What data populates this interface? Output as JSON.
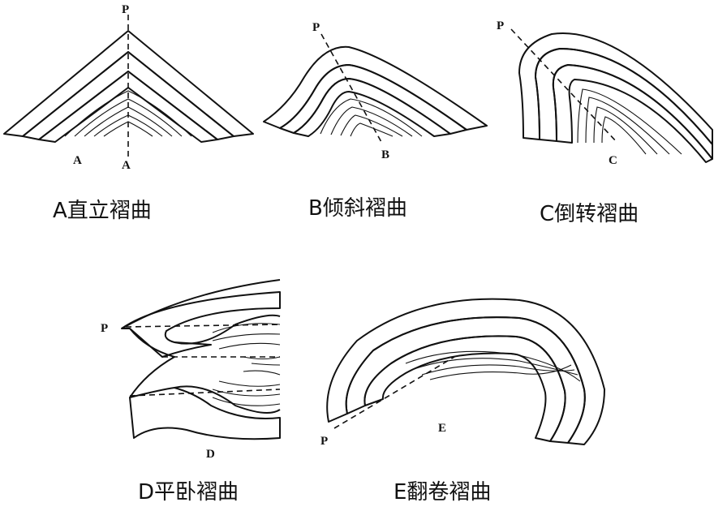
{
  "panels": {
    "a": {
      "caption": "A直立褶曲",
      "pole": "P",
      "letter": "A",
      "axis_letter": "A"
    },
    "b": {
      "caption": "B倾斜褶曲",
      "pole": "P",
      "letter": "B"
    },
    "c": {
      "caption": "C倒转褶曲",
      "pole": "P",
      "letter": "C"
    },
    "d": {
      "caption": "D平卧褶曲",
      "pole": "P",
      "letter": "D"
    },
    "e": {
      "caption": "E翻卷褶曲",
      "pole": "P",
      "letter": "E"
    }
  }
}
